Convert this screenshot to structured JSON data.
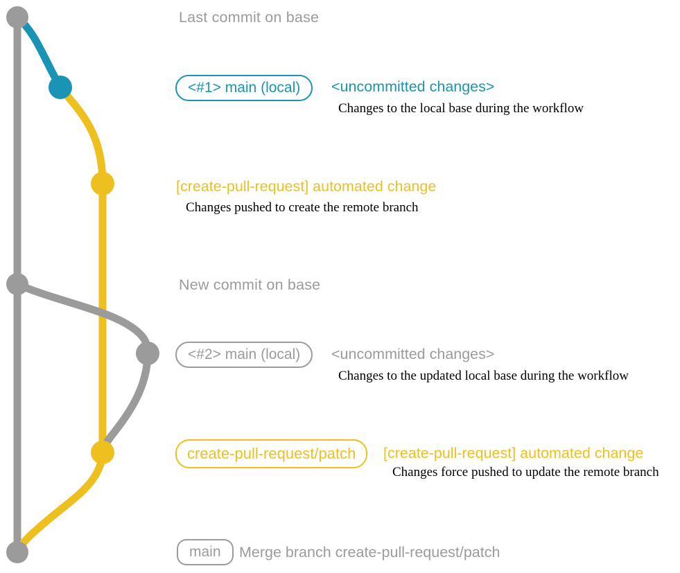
{
  "colors": {
    "gray": "#9b9b9b",
    "blue": "#1994b4",
    "yellow": "#eec01f",
    "ink": "#000000",
    "background": "#ffffff"
  },
  "timeline": {
    "last_commit_label": "Last commit on base",
    "new_commit_label": "New commit on base"
  },
  "rows": {
    "local_main_1": {
      "badge": "<#1> main (local)",
      "message": "<uncommitted changes>",
      "note": "Changes to the local base during the workflow"
    },
    "automated_change_1": {
      "message": "[create-pull-request] automated change",
      "note": "Changes pushed to create the remote branch"
    },
    "local_main_2": {
      "badge": "<#2> main (local)",
      "message": "<uncommitted changes>",
      "note": "Changes to the updated local base during the workflow"
    },
    "patch_branch": {
      "badge": "create-pull-request/patch",
      "message": "[create-pull-request] automated change",
      "note": "Changes force pushed to update the remote branch"
    },
    "merge": {
      "badge": "main",
      "message": "Merge branch create-pull-request/patch"
    }
  },
  "graph": {
    "branches": [
      {
        "name": "base",
        "color": "#9b9b9b"
      },
      {
        "name": "main (local)",
        "color": "#1994b4"
      },
      {
        "name": "create-pull-request/patch",
        "color": "#eec01f"
      }
    ],
    "commits": [
      {
        "name": "last-commit-on-base",
        "branch": "base"
      },
      {
        "name": "uncommitted-changes-1",
        "branch": "main (local)"
      },
      {
        "name": "automated-change-1",
        "branch": "create-pull-request/patch"
      },
      {
        "name": "new-commit-on-base",
        "branch": "base"
      },
      {
        "name": "uncommitted-changes-2",
        "branch": "main (local)"
      },
      {
        "name": "automated-change-2",
        "branch": "create-pull-request/patch"
      },
      {
        "name": "merge-commit",
        "branch": "base"
      }
    ]
  }
}
